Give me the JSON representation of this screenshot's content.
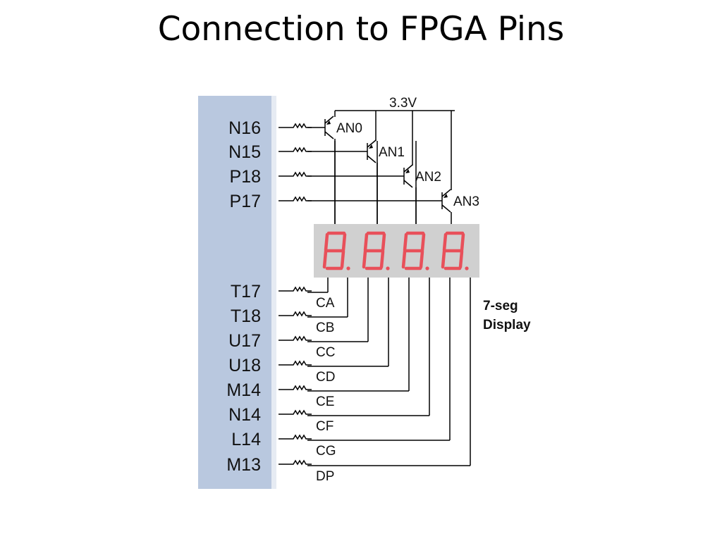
{
  "title": "Connection to FPGA Pins",
  "supply_label": "3.3V",
  "anode_pins": [
    "N16",
    "N15",
    "P18",
    "P17"
  ],
  "anode_labels": [
    "AN0",
    "AN1",
    "AN2",
    "AN3"
  ],
  "segment_pins": [
    "T17",
    "T18",
    "U17",
    "U18",
    "M14",
    "N14",
    "L14",
    "M13"
  ],
  "segment_labels": [
    "CA",
    "CB",
    "CC",
    "CD",
    "CE",
    "CF",
    "CG",
    "DP"
  ],
  "display_caption": [
    "7-seg",
    "Display"
  ],
  "colors": {
    "fpga_panel": "#b9c8df",
    "display_bg": "#d0d0d0",
    "segment": "#e8505a"
  }
}
